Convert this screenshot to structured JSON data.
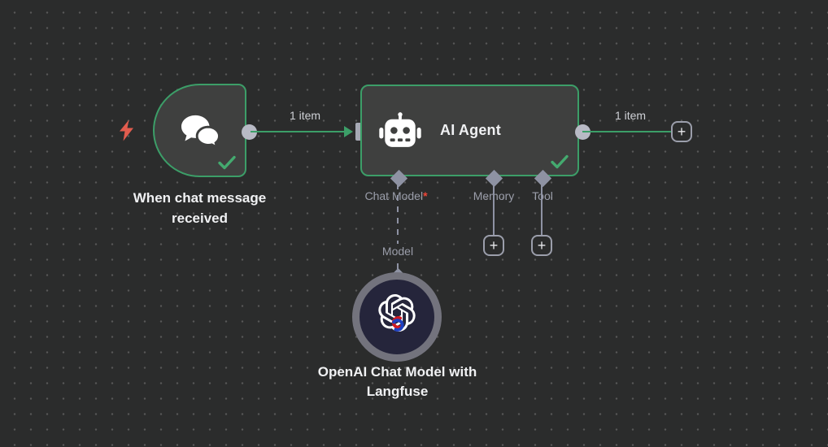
{
  "theme": {
    "background": "#2b2c2c",
    "grid_dot": "#585858",
    "node_fill": "#3f403f",
    "success_green": "#3c9e68",
    "check_green": "#44aa6f",
    "text_primary": "#f0f1f3",
    "text_secondary": "#9b9eaa",
    "connector_gray": "#8e92a3",
    "endpoint_gray": "#b8bac5",
    "trigger_bolt_red": "#e25c4e",
    "required_red": "#ee4537",
    "openai_ring": "#73737d",
    "openai_fill": "#25253b",
    "langfuse_red": "#d1181f",
    "langfuse_blue": "#1e40c0"
  },
  "nodes": {
    "trigger": {
      "label": "When chat message received",
      "icon": "chat-bubbles-icon",
      "status": "success"
    },
    "agent": {
      "title": "AI Agent",
      "icon": "robot-icon",
      "status": "success",
      "ports": [
        {
          "label": "Chat Model",
          "required": true
        },
        {
          "label": "Memory",
          "required": false
        },
        {
          "label": "Tool",
          "required": false
        }
      ]
    },
    "model": {
      "label": "OpenAI Chat Model with Langfuse",
      "icon": "openai-logo"
    }
  },
  "connections": [
    {
      "from": "trigger",
      "to": "agent",
      "label": "1 item",
      "style": "solid"
    },
    {
      "from": "agent",
      "to": "add-next",
      "label": "1 item",
      "style": "solid"
    },
    {
      "from": "model",
      "to": "agent-chat-model-port",
      "label": "Model",
      "style": "dashed"
    }
  ],
  "controls": {
    "plus_glyph": "+",
    "required_marker": "*"
  }
}
